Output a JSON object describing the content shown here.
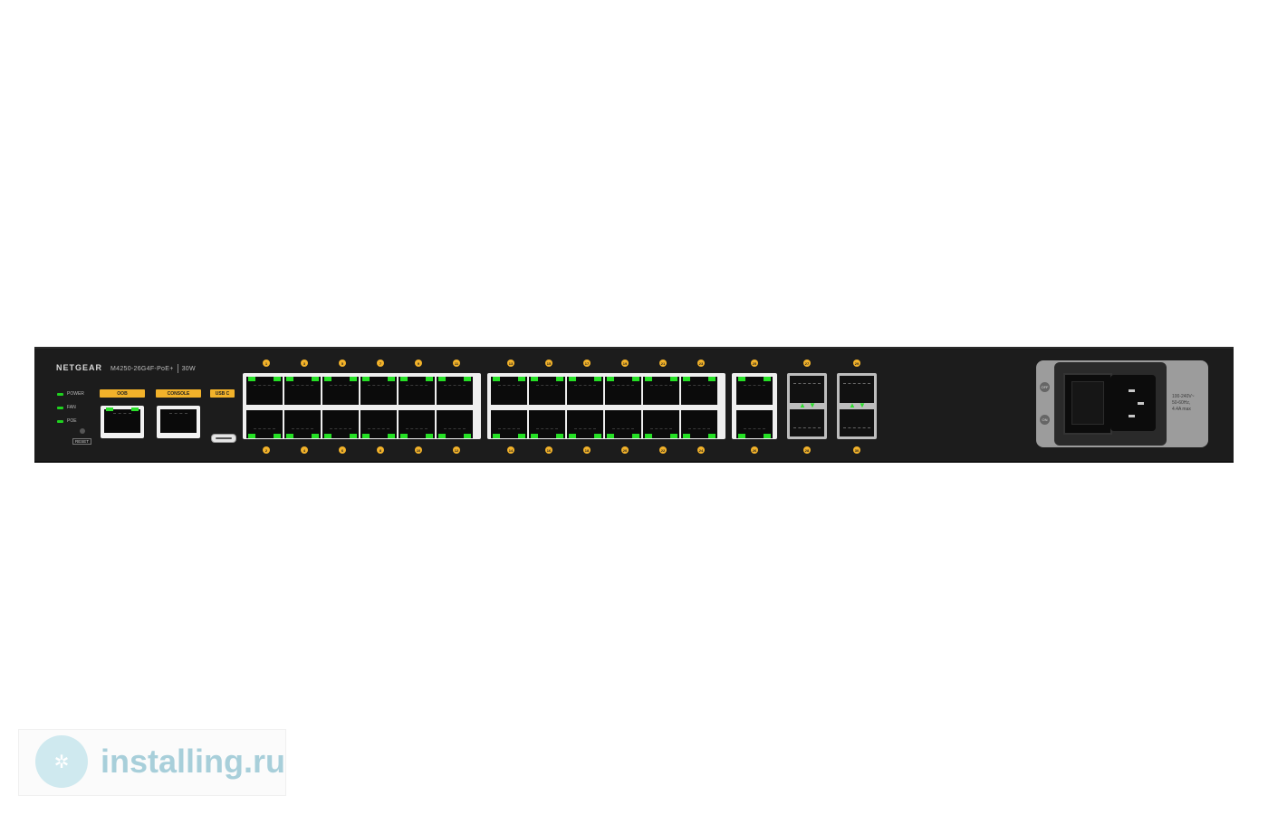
{
  "device": {
    "brand": "NETGEAR",
    "model": "M4250-26G4F-PoE+",
    "power_rating": "30W",
    "leds": [
      {
        "label": "POWER",
        "color": "#1fd21f"
      },
      {
        "label": "FAN",
        "color": "#1fd21f"
      },
      {
        "label": "POE",
        "color": "#1fd21f"
      }
    ],
    "reset_label": "RESET",
    "mgmt_tags": {
      "oob": "OOB",
      "console": "CONSOLE",
      "usb": "USB C"
    },
    "port_numbers": {
      "top_bank1": [
        "1",
        "3",
        "5",
        "7",
        "9",
        "11"
      ],
      "bottom_bank1": [
        "2",
        "4",
        "6",
        "8",
        "10",
        "12"
      ],
      "top_bank2": [
        "13",
        "15",
        "17",
        "19",
        "21",
        "23"
      ],
      "bottom_bank2": [
        "14",
        "16",
        "18",
        "20",
        "22",
        "24"
      ],
      "rj_extra_top": "25",
      "rj_extra_bottom": "26",
      "sfp_top": [
        "27",
        "29"
      ],
      "sfp_bottom": [
        "28",
        "30"
      ]
    },
    "psu": {
      "off_label": "OFF",
      "on_label": "ON",
      "rating_lines": [
        "100-240V~",
        "50-60Hz,",
        "4.4A max"
      ]
    },
    "colors": {
      "accent": "#f2b22a",
      "link_led": "#25e025",
      "chassis": "#1c1c1c"
    }
  },
  "watermark": {
    "text": "installing.ru",
    "icon": "installing-logo-icon"
  }
}
